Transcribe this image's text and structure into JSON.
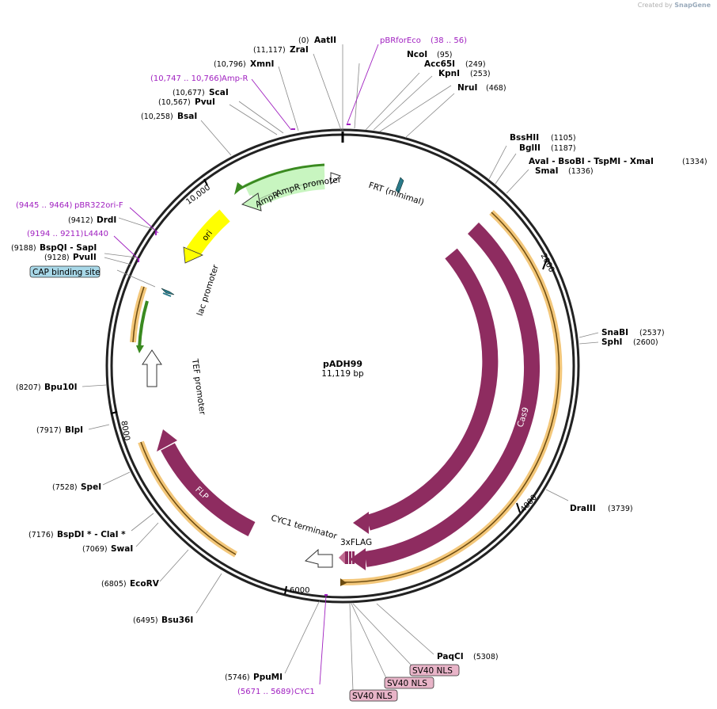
{
  "credit": {
    "prefix": "Created by",
    "brand": "SnapGene"
  },
  "plasmid": {
    "name": "pADH99",
    "size_label": "11,119 bp"
  },
  "ticks": [
    "2000",
    "4000",
    "6000",
    "8000",
    "10,000"
  ],
  "sites": [
    {
      "name": "AatII",
      "pos": "(0)",
      "color": "#000"
    },
    {
      "name": "ZraI",
      "pos": "(11,117)"
    },
    {
      "name": "XmnI",
      "pos": "(10,796)"
    },
    {
      "name": "Amp-R",
      "pos": "(10,747 .. 10,766)",
      "primer": true
    },
    {
      "name": "ScaI",
      "pos": "(10,677)"
    },
    {
      "name": "PvuI",
      "pos": "(10,567)"
    },
    {
      "name": "BsaI",
      "pos": "(10,258)"
    },
    {
      "name": "pBR322ori-F",
      "pos": "(9445 .. 9464)",
      "primer": true
    },
    {
      "name": "DrdI",
      "pos": "(9412)"
    },
    {
      "name": "L4440",
      "pos": "(9194 .. 9211)",
      "primer": true
    },
    {
      "name": "BspQI   - SapI",
      "pos": "(9188)"
    },
    {
      "name": "PvuII",
      "pos": "(9128)"
    },
    {
      "name": "Bpu10I",
      "pos": "(8207)"
    },
    {
      "name": "BlpI",
      "pos": "(7917)"
    },
    {
      "name": "SpeI",
      "pos": "(7528)"
    },
    {
      "name": "BspDI *  - ClaI *",
      "pos": "(7176)"
    },
    {
      "name": "SwaI",
      "pos": "(7069)"
    },
    {
      "name": "EcoRV",
      "pos": "(6805)"
    },
    {
      "name": "Bsu36I",
      "pos": "(6495)"
    },
    {
      "name": "PpuMI",
      "pos": "(5746)"
    },
    {
      "name": "CYC1",
      "pos": "(5671 .. 5689)",
      "primer": true
    },
    {
      "name": "pBRforEco",
      "pos": "(38 .. 56)",
      "primer": true
    },
    {
      "name": "NcoI",
      "pos": "(95)"
    },
    {
      "name": "Acc65I",
      "pos": "(249)"
    },
    {
      "name": "KpnI",
      "pos": "(253)"
    },
    {
      "name": "NruI",
      "pos": "(468)"
    },
    {
      "name": "BssHII",
      "pos": "(1105)"
    },
    {
      "name": "BglII",
      "pos": "(1187)"
    },
    {
      "name": "AvaI   - BsoBI   - TspMI   - XmaI",
      "pos": "(1334)"
    },
    {
      "name": "SmaI",
      "pos": "(1336)"
    },
    {
      "name": "SnaBI",
      "pos": "(2537)"
    },
    {
      "name": "SphI",
      "pos": "(2600)"
    },
    {
      "name": "DraIII",
      "pos": "(3739)"
    },
    {
      "name": "PaqCI",
      "pos": "(5308)"
    }
  ],
  "features": {
    "ampr": "AmpR",
    "ampr_promoter": "AmpR promoter",
    "ori": "ori",
    "frt": "FRT (minimal)",
    "cap": "CAP binding site",
    "lac": "lac promoter",
    "tef": "TEF promoter",
    "flp": "FLP",
    "cyc1_term": "CYC1 terminator",
    "flag": "3xFLAG",
    "cas9_inner": "Cas9",
    "cas9_outer": "Cas9",
    "sv40_1": "SV40 NLS",
    "sv40_2": "SV40 NLS",
    "sv40_3": "SV40 NLS"
  },
  "colors": {
    "backbone": "#222222",
    "cas9": "#8e2c60",
    "orf_highlight": "#f3c77a",
    "ampr": "#c8f5c0",
    "ori": "#ffff00",
    "primer": "#a020c0",
    "cap_box": "#a8d8e8",
    "nls_box": "#e8b4c8"
  }
}
